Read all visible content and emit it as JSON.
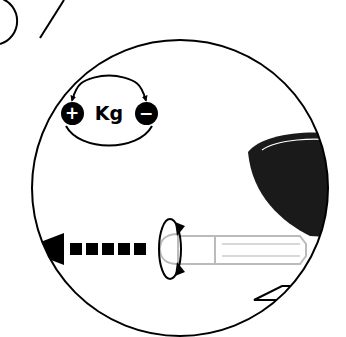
{
  "diagram": {
    "nodes": [
      {
        "text": [
          "+"
        ]
      },
      {
        "text": [
          "−"
        ]
      }
    ],
    "edges": [
      {
        "from": 0,
        "to": 1,
        "arrow": "both"
      }
    ],
    "labels": [
      "Kg"
    ]
  }
}
